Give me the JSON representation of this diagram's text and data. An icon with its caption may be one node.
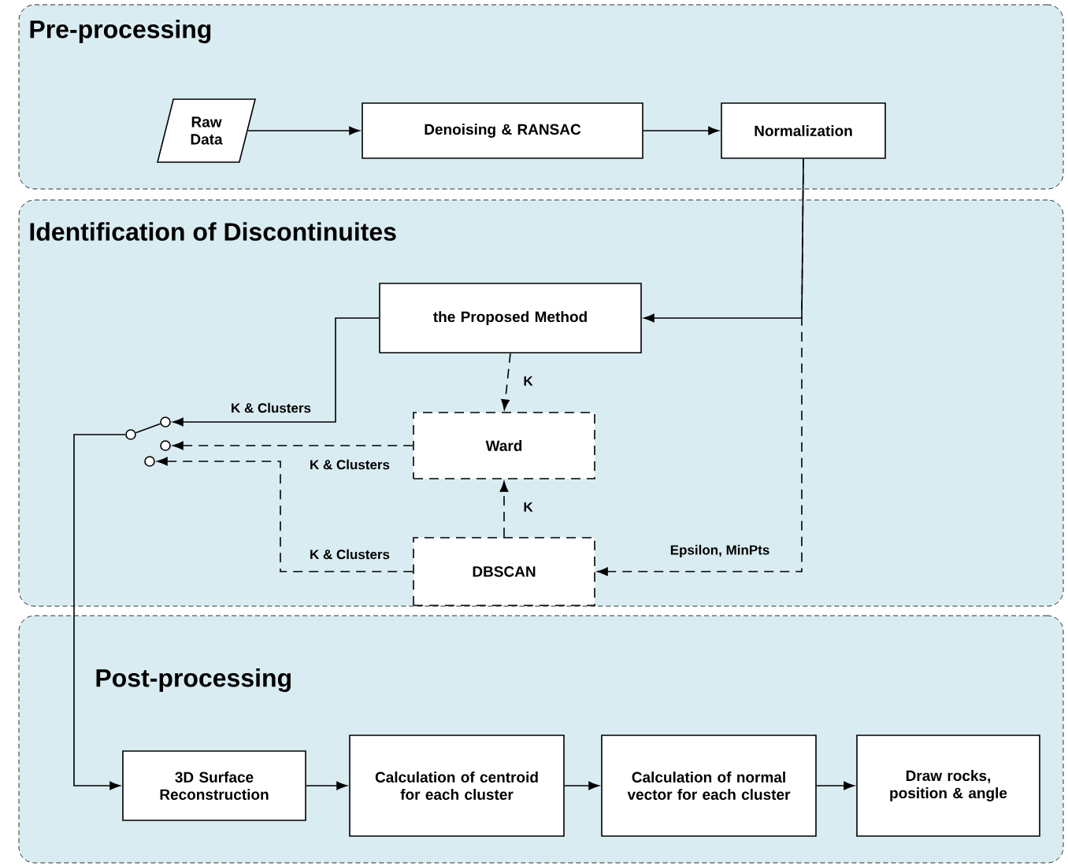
{
  "diagram": {
    "nodes": [
      {
        "text": [
          "Pre-processing"
        ]
      },
      {
        "text": [
          "Raw Data"
        ],
        "in": 0
      },
      {
        "text": [
          "Denoising & RANSAC"
        ],
        "in": 0
      },
      {
        "text": [
          "Normalization"
        ],
        "in": 0
      },
      {
        "text": [
          "Identification of Discontinuites"
        ]
      },
      {
        "text": [
          "the Proposed Method"
        ],
        "in": 4
      },
      {
        "text": [
          "Ward"
        ],
        "in": 4
      },
      {
        "text": [
          "DBSCAN"
        ],
        "in": 4
      },
      {
        "text": [],
        "shape": "circle",
        "in": 4
      },
      {
        "text": [],
        "shape": "circle",
        "in": 4
      },
      {
        "text": [],
        "shape": "circle",
        "in": 4
      },
      {
        "text": [],
        "shape": "circle",
        "in": 4
      },
      {
        "text": [
          "Post-processing"
        ]
      },
      {
        "text": [
          "3D Surface Reconstruction"
        ],
        "in": 12
      },
      {
        "text": [
          "Calculation of centroid for each cluster"
        ],
        "in": 12
      },
      {
        "text": [
          "Calculation of normal vector for each cluster"
        ],
        "in": 12
      },
      {
        "text": [
          "Draw rocks, position & angle"
        ],
        "in": 12
      }
    ],
    "edges": [
      {
        "from": 1,
        "to": 2,
        "arrow": "to"
      },
      {
        "from": 2,
        "to": 3,
        "arrow": "to"
      },
      {
        "from": 3,
        "to": 5,
        "arrow": "to"
      },
      {
        "from": 3,
        "to": 7,
        "arrow": "to",
        "style": "dashed",
        "label": "Epsilon, MinPts"
      },
      {
        "from": 5,
        "to": 6,
        "arrow": "to",
        "style": "dashed",
        "label": "K"
      },
      {
        "from": 7,
        "to": 6,
        "arrow": "to",
        "style": "dashed",
        "label": "K"
      },
      {
        "from": 5,
        "to": 8,
        "arrow": "to",
        "label": "K & Clusters"
      },
      {
        "from": 6,
        "to": 9,
        "arrow": "to",
        "style": "dashed",
        "label": "K & Clusters"
      },
      {
        "from": 7,
        "to": 10,
        "arrow": "to",
        "style": "dashed",
        "label": "K & Clusters"
      },
      {
        "from": 11,
        "to": 8,
        "arrow": "none"
      },
      {
        "from": 11,
        "to": 13,
        "arrow": "to"
      },
      {
        "from": 13,
        "to": 14,
        "arrow": "to"
      },
      {
        "from": 14,
        "to": 15,
        "arrow": "to"
      },
      {
        "from": 15,
        "to": 16,
        "arrow": "to"
      }
    ]
  }
}
